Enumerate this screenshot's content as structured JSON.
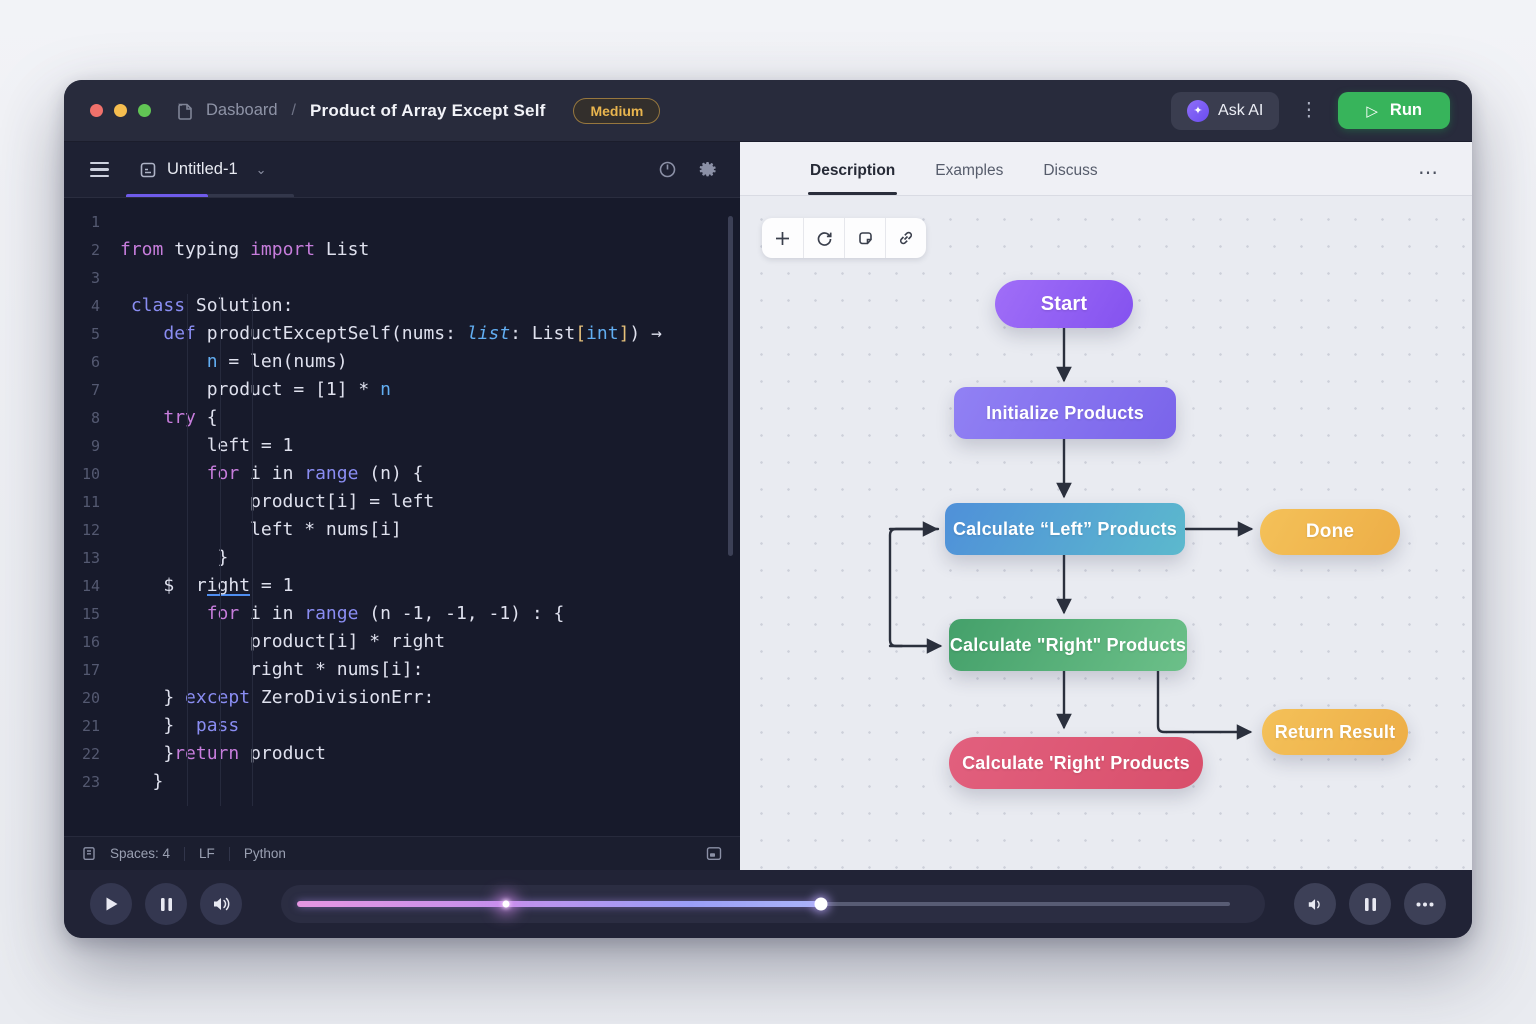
{
  "titlebar": {
    "breadcrumb": "Dasboard",
    "separator": "/",
    "title": "Product of Array Except Self",
    "badge": "Medium",
    "ask_ai": "Ask AI",
    "run": "Run"
  },
  "editor": {
    "tab": "Untitled-1",
    "status": {
      "spaces": "Spaces: 4",
      "eol": "LF",
      "lang": "Python"
    },
    "lines": [
      {
        "n": "1",
        "tokens": []
      },
      {
        "n": "2",
        "tokens": [
          {
            "t": "from",
            "c": "k1"
          },
          {
            "t": " typing ",
            "c": "p"
          },
          {
            "t": "import",
            "c": "k1"
          },
          {
            "t": " List",
            "c": "p"
          }
        ]
      },
      {
        "n": "3",
        "tokens": []
      },
      {
        "n": "4",
        "tokens": [
          {
            "t": " ",
            "c": "p"
          },
          {
            "t": "class",
            "c": "k2"
          },
          {
            "t": " Solution:",
            "c": "p"
          }
        ]
      },
      {
        "n": "5",
        "tokens": [
          {
            "t": "    ",
            "c": "p"
          },
          {
            "t": "def",
            "c": "k2"
          },
          {
            "t": " productExceptSelf(nums: ",
            "c": "p"
          },
          {
            "t": "list",
            "c": "tyi"
          },
          {
            "t": ": List",
            "c": "p"
          },
          {
            "t": "[",
            "c": "br"
          },
          {
            "t": "int",
            "c": "ty"
          },
          {
            "t": "]",
            "c": "br"
          },
          {
            "t": ") →",
            "c": "p"
          }
        ]
      },
      {
        "n": "6",
        "tokens": [
          {
            "t": "        ",
            "c": "p"
          },
          {
            "t": "n",
            "c": "ty"
          },
          {
            "t": " = len(nums)",
            "c": "p"
          }
        ]
      },
      {
        "n": "7",
        "tokens": [
          {
            "t": "        product = [1] * ",
            "c": "p"
          },
          {
            "t": "n",
            "c": "ty"
          }
        ]
      },
      {
        "n": "8",
        "tokens": [
          {
            "t": "    ",
            "c": "p"
          },
          {
            "t": "try",
            "c": "k1"
          },
          {
            "t": " {",
            "c": "p"
          }
        ]
      },
      {
        "n": "9",
        "tokens": [
          {
            "t": "        left = 1",
            "c": "p"
          }
        ]
      },
      {
        "n": "10",
        "tokens": [
          {
            "t": "        ",
            "c": "p"
          },
          {
            "t": "for",
            "c": "k1"
          },
          {
            "t": " i in ",
            "c": "p"
          },
          {
            "t": "range",
            "c": "k2"
          },
          {
            "t": " (n) {",
            "c": "p"
          }
        ]
      },
      {
        "n": "11",
        "tokens": [
          {
            "t": "            product[i] = left",
            "c": "p"
          }
        ]
      },
      {
        "n": "12",
        "tokens": [
          {
            "t": "            left * nums[i]",
            "c": "p"
          }
        ]
      },
      {
        "n": "13",
        "tokens": [
          {
            "t": "         }",
            "c": "p"
          }
        ]
      },
      {
        "n": "14",
        "tokens": [
          {
            "t": "    $  r",
            "c": "p"
          },
          {
            "t": "ight",
            "c": "pu"
          },
          {
            "t": " = 1",
            "c": "p"
          }
        ]
      },
      {
        "n": "15",
        "tokens": [
          {
            "t": "        ",
            "c": "p"
          },
          {
            "t": "for",
            "c": "k1"
          },
          {
            "t": " i in ",
            "c": "p"
          },
          {
            "t": "range",
            "c": "k2"
          },
          {
            "t": " (n -1, -1, -1) : {",
            "c": "p"
          }
        ]
      },
      {
        "n": "16",
        "tokens": [
          {
            "t": "            product[i] * right",
            "c": "p"
          }
        ]
      },
      {
        "n": "17",
        "tokens": [
          {
            "t": "            right * nums[i]:",
            "c": "p"
          }
        ]
      },
      {
        "n": "20",
        "tokens": [
          {
            "t": "    } ",
            "c": "p"
          },
          {
            "t": "except",
            "c": "k2"
          },
          {
            "t": " ZeroDivisionErr:",
            "c": "p"
          }
        ]
      },
      {
        "n": "21",
        "tokens": [
          {
            "t": "    }  ",
            "c": "p"
          },
          {
            "t": "pass",
            "c": "k2"
          }
        ]
      },
      {
        "n": "22",
        "tokens": [
          {
            "t": "    }",
            "c": "p"
          },
          {
            "t": "return",
            "c": "k1"
          },
          {
            "t": " product",
            "c": "p"
          }
        ]
      },
      {
        "n": "23",
        "tokens": [
          {
            "t": "   }",
            "c": "p"
          }
        ]
      }
    ]
  },
  "panel": {
    "tabs": [
      {
        "label": "Description",
        "active": true
      },
      {
        "label": "Examples",
        "active": false
      },
      {
        "label": "Discuss",
        "active": false
      }
    ],
    "more": "⋯"
  },
  "flowchart": {
    "nodes": [
      {
        "id": "start",
        "label": "Start",
        "shape": "pill",
        "gradient": [
          "#a06ef8",
          "#8452ef"
        ]
      },
      {
        "id": "init",
        "label": "Initialize Products",
        "shape": "rect",
        "gradient": [
          "#9181f4",
          "#7a64ea"
        ]
      },
      {
        "id": "left",
        "label": "Calculate “Left” Products",
        "shape": "rect",
        "gradient": [
          "#4f90d9",
          "#5cb9cd"
        ]
      },
      {
        "id": "done",
        "label": "Done",
        "shape": "pill",
        "gradient": [
          "#f4c159",
          "#edae47"
        ]
      },
      {
        "id": "right_green",
        "label": "Calculate \"Right\" Products",
        "shape": "rect",
        "gradient": [
          "#44a06a",
          "#6cc089"
        ]
      },
      {
        "id": "return",
        "label": "Return Result",
        "shape": "pill",
        "gradient": [
          "#f4c159",
          "#edae47"
        ]
      },
      {
        "id": "right_red",
        "label": "Calculate 'Right' Products",
        "shape": "pill",
        "gradient": [
          "#e2607e",
          "#d84f6b"
        ]
      }
    ],
    "arrow_color": "#2b303d"
  }
}
